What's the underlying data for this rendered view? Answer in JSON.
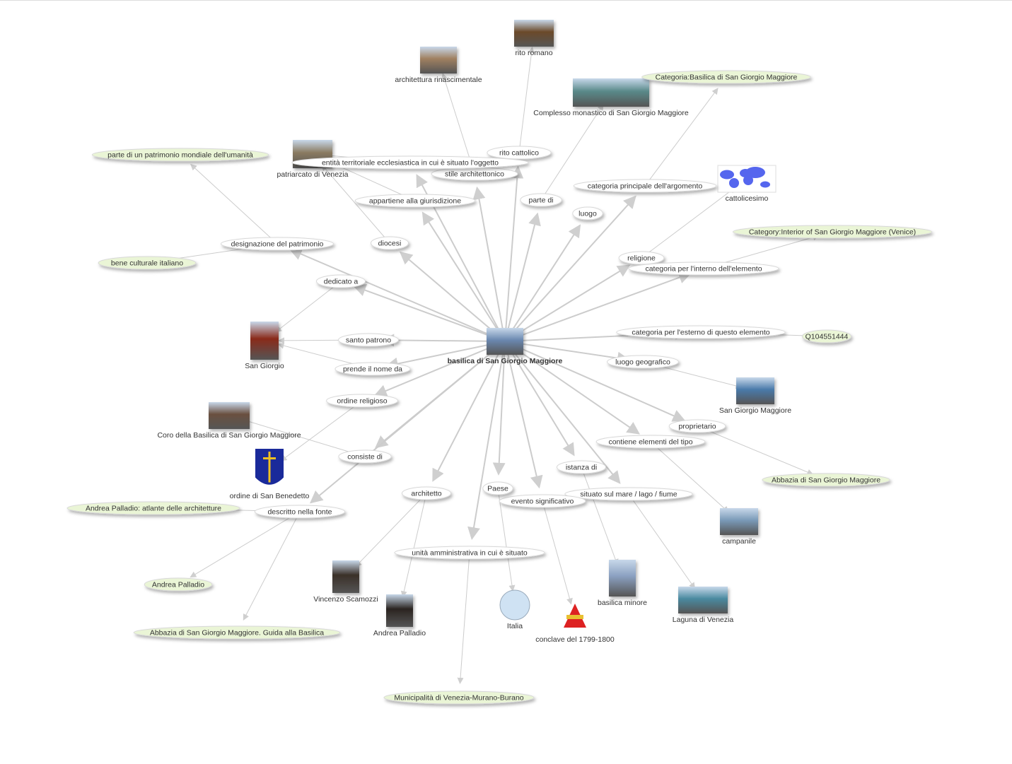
{
  "graph": {
    "center": {
      "id": "center",
      "label": "basilica di San Giorgio Maggiore"
    },
    "properties": [
      {
        "id": "p_rito",
        "label": "rito cattolico"
      },
      {
        "id": "p_stile",
        "label": "stile architettonico"
      },
      {
        "id": "p_ent",
        "label": "entità territoriale ecclesiastica in cui è situato l'oggetto"
      },
      {
        "id": "p_giur",
        "label": "appartiene alla giurisdizione"
      },
      {
        "id": "p_parte",
        "label": "parte di"
      },
      {
        "id": "p_luogo",
        "label": "luogo"
      },
      {
        "id": "p_catpr",
        "label": "categoria principale dell'argomento"
      },
      {
        "id": "p_rel",
        "label": "religione"
      },
      {
        "id": "p_catint",
        "label": "categoria per l'interno dell'elemento"
      },
      {
        "id": "p_catest",
        "label": "categoria per l'esterno di questo elemento"
      },
      {
        "id": "p_luogog",
        "label": "luogo geografico"
      },
      {
        "id": "p_prop",
        "label": "proprietario"
      },
      {
        "id": "p_cont",
        "label": "contiene elementi del tipo"
      },
      {
        "id": "p_ist",
        "label": "istanza di"
      },
      {
        "id": "p_mare",
        "label": "situato sul mare / lago / fiume"
      },
      {
        "id": "p_evento",
        "label": "evento significativo"
      },
      {
        "id": "p_paese",
        "label": "Paese"
      },
      {
        "id": "p_arch",
        "label": "architetto"
      },
      {
        "id": "p_unita",
        "label": "unità amministrativa in cui è situato"
      },
      {
        "id": "p_cons",
        "label": "consiste di"
      },
      {
        "id": "p_descr",
        "label": "descritto nella fonte"
      },
      {
        "id": "p_ord",
        "label": "ordine religioso"
      },
      {
        "id": "p_nome",
        "label": "prende il nome da"
      },
      {
        "id": "p_santo",
        "label": "santo patrono"
      },
      {
        "id": "p_ded",
        "label": "dedicato a"
      },
      {
        "id": "p_dioc",
        "label": "diocesi"
      },
      {
        "id": "p_desig",
        "label": "designazione del patrimonio"
      }
    ],
    "literals": [
      {
        "id": "l_catbas",
        "label": "Categoria:Basilica di San Giorgio Maggiore"
      },
      {
        "id": "l_catint",
        "label": "Category:Interior of San Giorgio Maggiore (Venice)"
      },
      {
        "id": "l_q",
        "label": "Q104551444"
      },
      {
        "id": "l_abb",
        "label": "Abbazia di San Giorgio Maggiore"
      },
      {
        "id": "l_atl",
        "label": "Andrea Palladio: atlante delle architetture"
      },
      {
        "id": "l_ap",
        "label": "Andrea Palladio"
      },
      {
        "id": "l_guida",
        "label": "Abbazia di San Giorgio Maggiore. Guida alla Basilica"
      },
      {
        "id": "l_mun",
        "label": "Municipalità di Venezia-Murano-Burano"
      },
      {
        "id": "l_unesco",
        "label": "parte di un patrimonio mondiale dell'umanità"
      },
      {
        "id": "l_bene",
        "label": "bene culturale italiano"
      }
    ],
    "entities": [
      {
        "id": "e_rito",
        "label": "rito romano",
        "icon": "book-photo",
        "color": "#6b4a2a"
      },
      {
        "id": "e_arch",
        "label": "architettura rinascimentale",
        "icon": "building-photo",
        "color": "#a08060"
      },
      {
        "id": "e_compl",
        "label": "Complesso monastico di San Giorgio Maggiore",
        "icon": "aerial-photo",
        "color": "#5a8a8a"
      },
      {
        "id": "e_catt",
        "label": "cattolicesimo",
        "icon": "world-map",
        "color": "#5566ee"
      },
      {
        "id": "e_patr",
        "label": "patriarcato di Venezia",
        "icon": "basilica-photo",
        "color": "#8a7a60"
      },
      {
        "id": "e_sg",
        "label": "San Giorgio",
        "icon": "icon-painting",
        "color": "#8a2a1a"
      },
      {
        "id": "e_sgm",
        "label": "San Giorgio Maggiore",
        "icon": "island-photo",
        "color": "#4a7aaa"
      },
      {
        "id": "e_coro",
        "label": "Coro della Basilica di San Giorgio Maggiore",
        "icon": "interior-photo",
        "color": "#6a5040"
      },
      {
        "id": "e_ord",
        "label": "ordine di San Benedetto",
        "icon": "pax-emblem",
        "color": "#1a2a9a"
      },
      {
        "id": "e_camp",
        "label": "campanile",
        "icon": "tower-photo",
        "color": "#7a9ab8"
      },
      {
        "id": "e_scam",
        "label": "Vincenzo Scamozzi",
        "icon": "portrait",
        "color": "#3a3028"
      },
      {
        "id": "e_pall",
        "label": "Andrea Palladio",
        "icon": "portrait",
        "color": "#2a2420"
      },
      {
        "id": "e_ita",
        "label": "Italia",
        "icon": "globe",
        "color": "#a8c8e8"
      },
      {
        "id": "e_concl",
        "label": "conclave del 1799-1800",
        "icon": "papal-emblem",
        "color": "#cc3322"
      },
      {
        "id": "e_bmin",
        "label": "basilica minore",
        "icon": "church-photo",
        "color": "#8aa0c0"
      },
      {
        "id": "e_lag",
        "label": "Laguna di Venezia",
        "icon": "satellite-photo",
        "color": "#4a8aa0"
      }
    ],
    "edges": [
      [
        "p_rito",
        "e_rito"
      ],
      [
        "p_stile",
        "e_arch"
      ],
      [
        "p_ent",
        "e_patr"
      ],
      [
        "p_giur",
        "e_patr"
      ],
      [
        "p_dioc",
        "e_patr"
      ],
      [
        "p_parte",
        "e_compl"
      ],
      [
        "p_catpr",
        "l_catbas"
      ],
      [
        "p_rel",
        "e_catt"
      ],
      [
        "p_catint",
        "l_catint"
      ],
      [
        "p_catest",
        "l_q"
      ],
      [
        "p_luogog",
        "e_sgm"
      ],
      [
        "p_prop",
        "l_abb"
      ],
      [
        "p_cont",
        "e_camp"
      ],
      [
        "p_ist",
        "e_bmin"
      ],
      [
        "p_mare",
        "e_lag"
      ],
      [
        "p_evento",
        "e_concl"
      ],
      [
        "p_paese",
        "e_ita"
      ],
      [
        "p_arch",
        "e_scam"
      ],
      [
        "p_arch",
        "e_pall"
      ],
      [
        "p_unita",
        "l_mun"
      ],
      [
        "p_cons",
        "e_coro"
      ],
      [
        "p_ord",
        "e_ord"
      ],
      [
        "p_descr",
        "l_atl"
      ],
      [
        "p_descr",
        "l_ap"
      ],
      [
        "p_descr",
        "l_guida"
      ],
      [
        "p_nome",
        "e_sg"
      ],
      [
        "p_santo",
        "e_sg"
      ],
      [
        "p_ded",
        "e_sg"
      ],
      [
        "p_desig",
        "l_unesco"
      ],
      [
        "p_desig",
        "l_bene"
      ]
    ],
    "colors": {
      "edge": "#cccccc",
      "literal_fill": "#eaf5d6",
      "property_fill": "#ffffff",
      "text": "#333333"
    }
  }
}
